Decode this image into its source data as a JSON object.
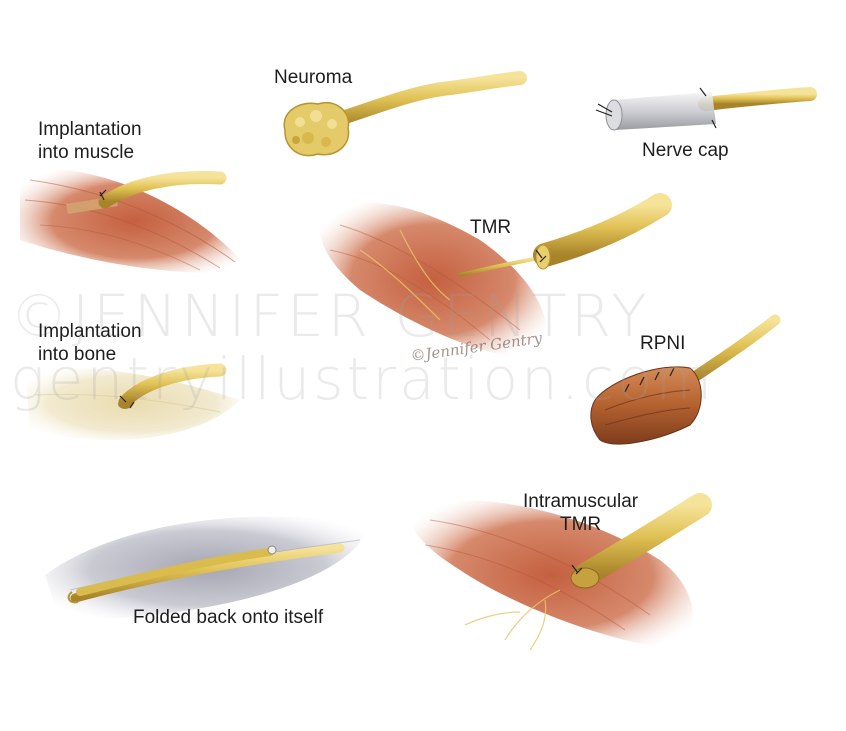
{
  "labels": {
    "neuroma": "Neuroma",
    "nerve_cap": "Nerve cap",
    "implant_muscle_line1": "Implantation",
    "implant_muscle_line2": "into muscle",
    "tmr": "TMR",
    "implant_bone_line1": "Implantation",
    "implant_bone_line2": "into bone",
    "rpni": "RPNI",
    "intramuscular_line1": "Intramuscular",
    "intramuscular_line2": "TMR",
    "folded": "Folded back onto itself"
  },
  "watermark": {
    "line1": "©JENNIFER GENTRY",
    "line2": "gentryillustration.com",
    "signature": "©Jennifer Gentry"
  },
  "colors": {
    "nerve": "#e2c45a",
    "nerve_dark": "#b38f2a",
    "muscle": "#c9694a",
    "bone": "#efe6c6",
    "tissue_gray": "#b9b9c2",
    "suture": "#222222"
  }
}
